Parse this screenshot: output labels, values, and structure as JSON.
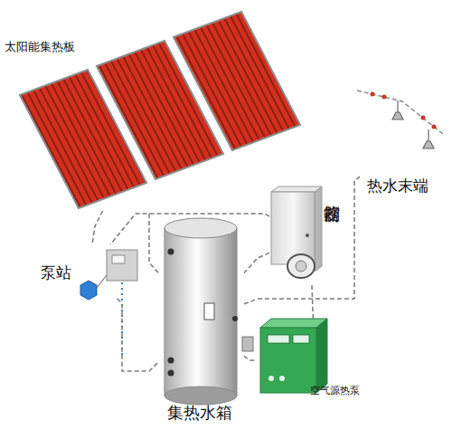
{
  "diagram": {
    "nodes": [
      {
        "text": [
          "太阳能集热板"
        ]
      },
      {
        "text": [
          "热水末端"
        ]
      },
      {
        "text": [
          "控制器"
        ]
      },
      {
        "text": [
          "泵站"
        ]
      },
      {
        "text": [
          "集热水箱"
        ]
      },
      {
        "text": [
          "空气源热泵"
        ]
      }
    ],
    "edges": [
      {
        "from": 0,
        "to": 3,
        "arrow": "none"
      },
      {
        "from": 3,
        "to": 4,
        "arrow": "none"
      },
      {
        "from": 4,
        "to": 0,
        "arrow": "none"
      },
      {
        "from": 4,
        "to": 1,
        "arrow": "none"
      },
      {
        "from": 4,
        "to": 5,
        "arrow": "none"
      },
      {
        "from": 2,
        "to": 4,
        "arrow": "none"
      },
      {
        "from": 2,
        "to": 3,
        "arrow": "none"
      },
      {
        "from": 2,
        "to": 5,
        "arrow": "none"
      }
    ]
  }
}
